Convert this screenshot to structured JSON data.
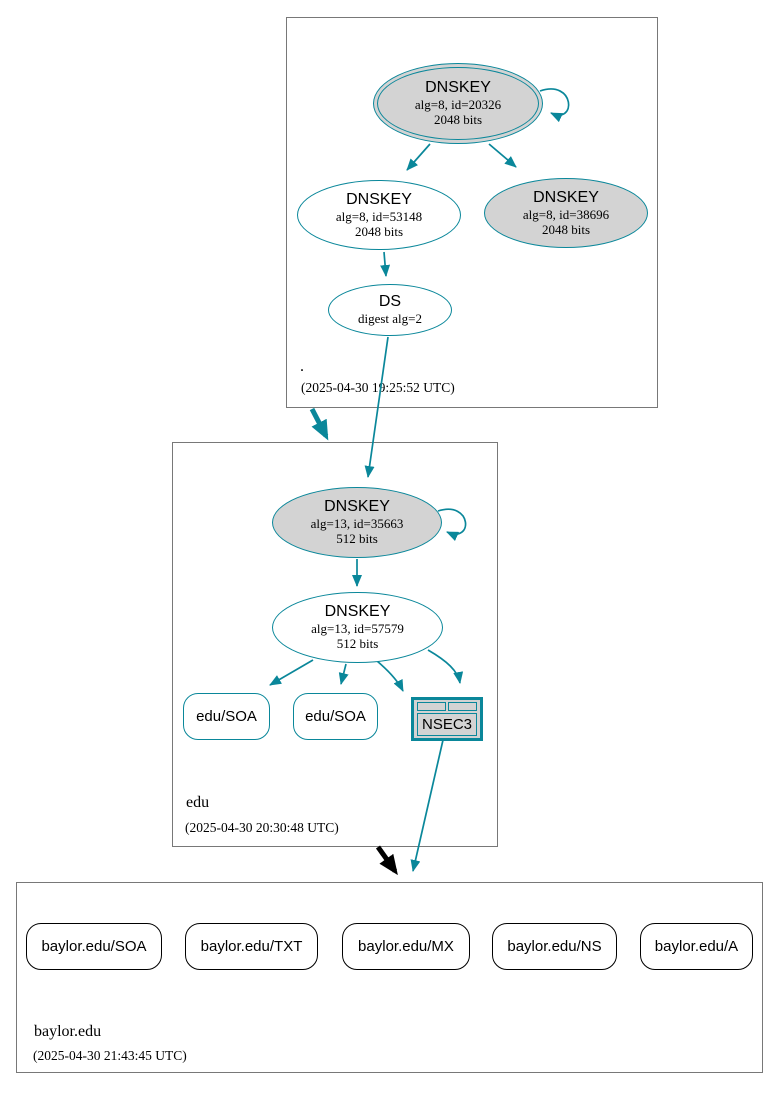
{
  "colors": {
    "secure_teal": "#0a879a",
    "insecure_black": "#000000",
    "node_fill_gray": "#d3d3d3",
    "zone_border_gray": "#787878"
  },
  "zones": {
    "root": {
      "label": ".",
      "timestamp": "(2025-04-30 19:25:52 UTC)",
      "ksk": {
        "title": "DNSKEY",
        "attrs": "alg=8, id=20326",
        "bits": "2048 bits"
      },
      "zsk": {
        "title": "DNSKEY",
        "attrs": "alg=8, id=53148",
        "bits": "2048 bits"
      },
      "standby": {
        "title": "DNSKEY",
        "attrs": "alg=8, id=38696",
        "bits": "2048 bits"
      },
      "ds": {
        "title": "DS",
        "attrs": "digest alg=2"
      }
    },
    "edu": {
      "label": "edu",
      "timestamp": "(2025-04-30 20:30:48 UTC)",
      "ksk": {
        "title": "DNSKEY",
        "attrs": "alg=13, id=35663",
        "bits": "512 bits"
      },
      "zsk": {
        "title": "DNSKEY",
        "attrs": "alg=13, id=57579",
        "bits": "512 bits"
      },
      "soa1": {
        "label": "edu/SOA"
      },
      "soa2": {
        "label": "edu/SOA"
      },
      "nsec3": {
        "label": "NSEC3"
      }
    },
    "baylor": {
      "label": "baylor.edu",
      "timestamp": "(2025-04-30 21:43:45 UTC)",
      "rrsets": [
        {
          "label": "baylor.edu/SOA"
        },
        {
          "label": "baylor.edu/TXT"
        },
        {
          "label": "baylor.edu/MX"
        },
        {
          "label": "baylor.edu/NS"
        },
        {
          "label": "baylor.edu/A"
        }
      ]
    }
  }
}
